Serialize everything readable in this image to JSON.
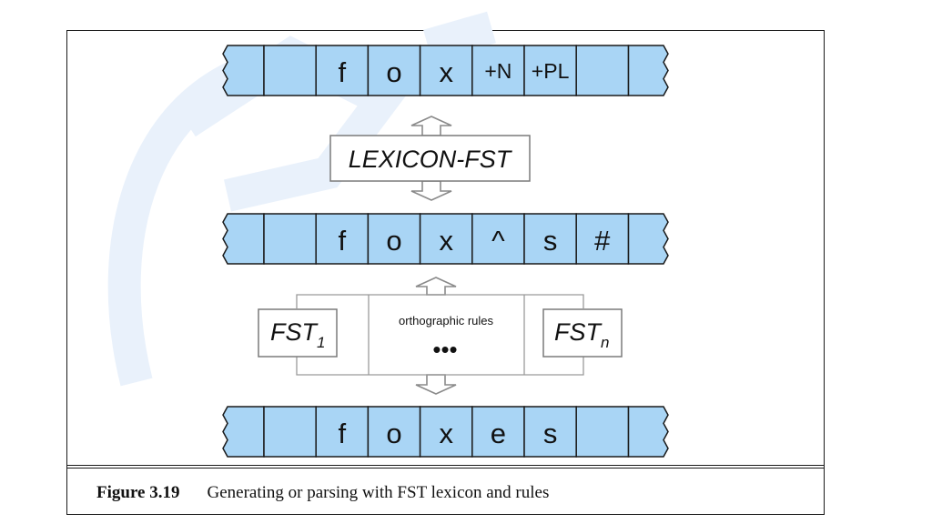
{
  "figure": {
    "number": "Figure 3.19",
    "caption": "Generating or parsing with FST lexicon and rules"
  },
  "tapes": {
    "lexical": [
      "",
      "f",
      "o",
      "x",
      "+N",
      "+PL",
      ""
    ],
    "intermediate": [
      "",
      "f",
      "o",
      "x",
      "^",
      "s",
      "#"
    ],
    "surface": [
      "",
      "f",
      "o",
      "x",
      "e",
      "s",
      ""
    ]
  },
  "transducers": {
    "lexicon": "LEXICON-FST",
    "fst_first": {
      "base": "FST",
      "subscript": "1"
    },
    "fst_last": {
      "base": "FST",
      "subscript": "n"
    },
    "rules_label": "orthographic rules",
    "ellipsis": "•••"
  },
  "colors": {
    "tape_fill": "#a9d5f5",
    "tape_stroke": "#1a1a1a",
    "arrow_stroke": "#8a8a8a",
    "bracket_stroke": "#9a9a9a",
    "box_stroke": "#7a7a7a",
    "watermark": "#e9f1fb"
  }
}
